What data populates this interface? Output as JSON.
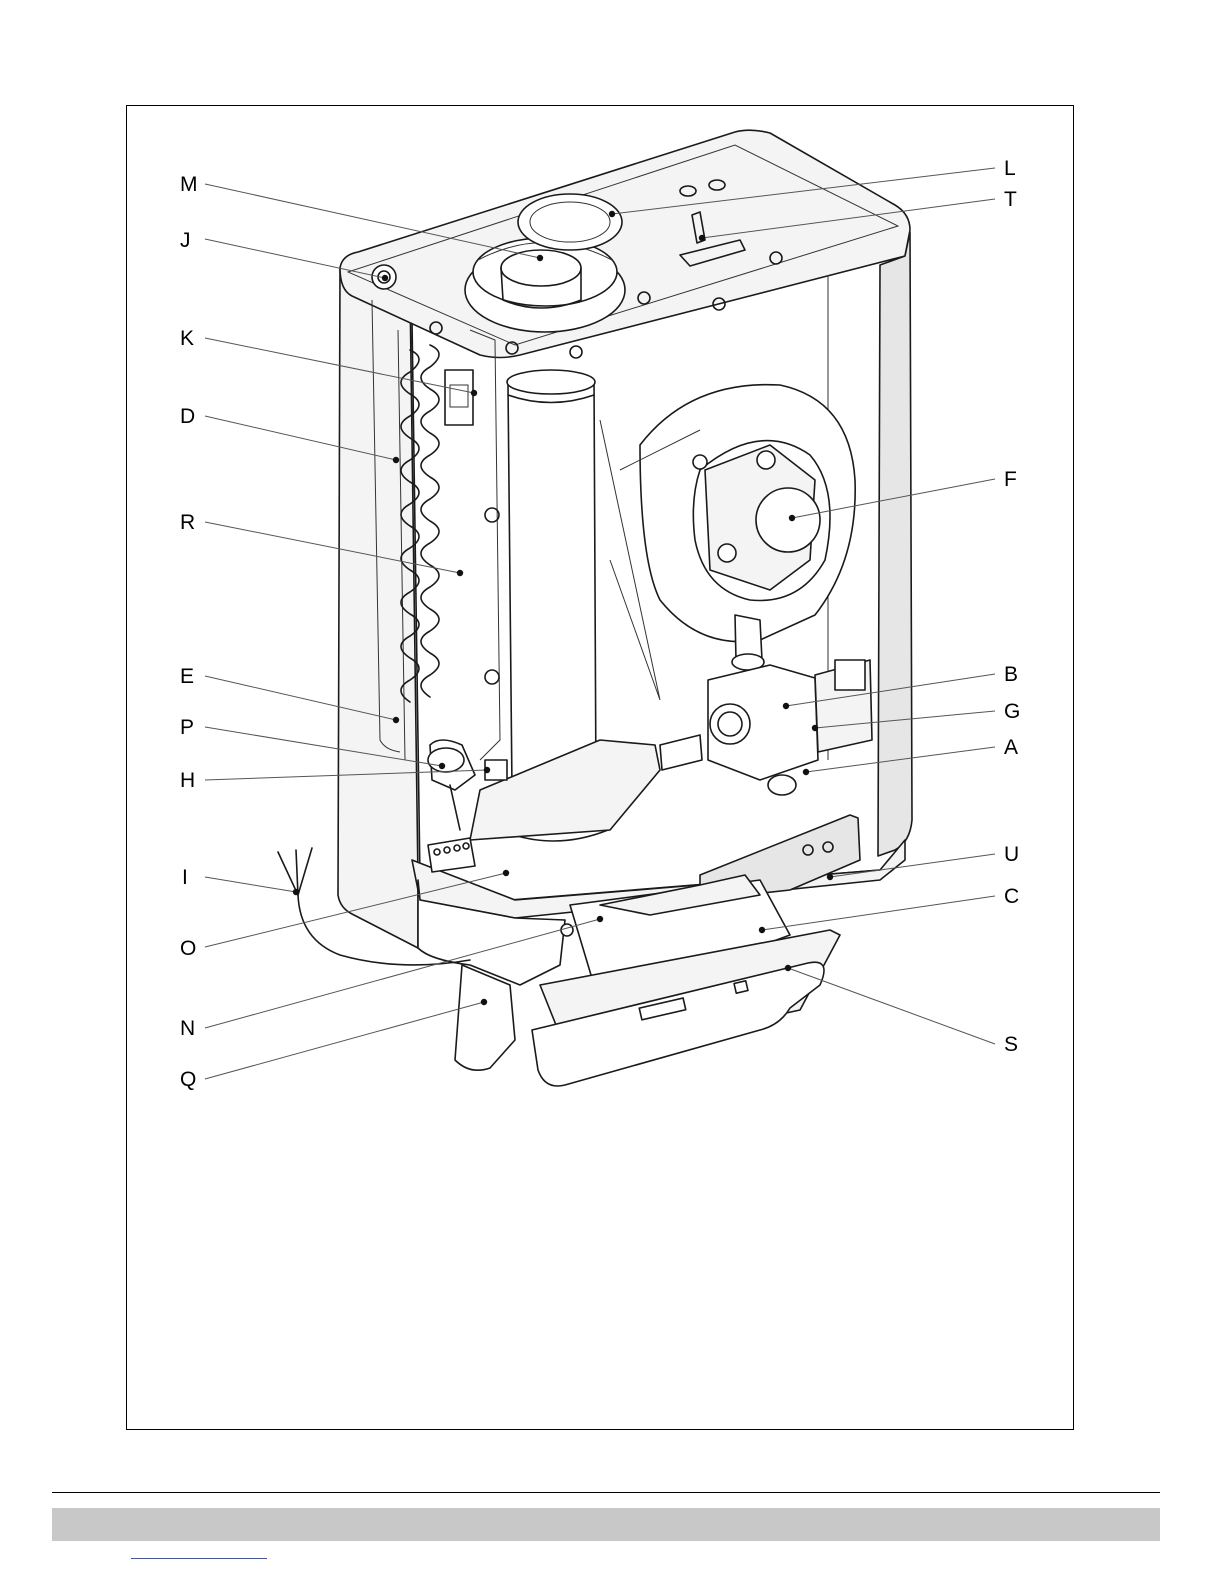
{
  "figure": {
    "labels_left": [
      "M",
      "J",
      "K",
      "D",
      "R",
      "E",
      "P",
      "H",
      "I",
      "O",
      "N",
      "Q"
    ],
    "labels_right": [
      "L",
      "T",
      "F",
      "B",
      "G",
      "A",
      "U",
      "C",
      "S"
    ]
  },
  "colors": {
    "line": "#1a1a1a",
    "footer_bar": "#c8c8c8",
    "link": "#3355cc"
  }
}
